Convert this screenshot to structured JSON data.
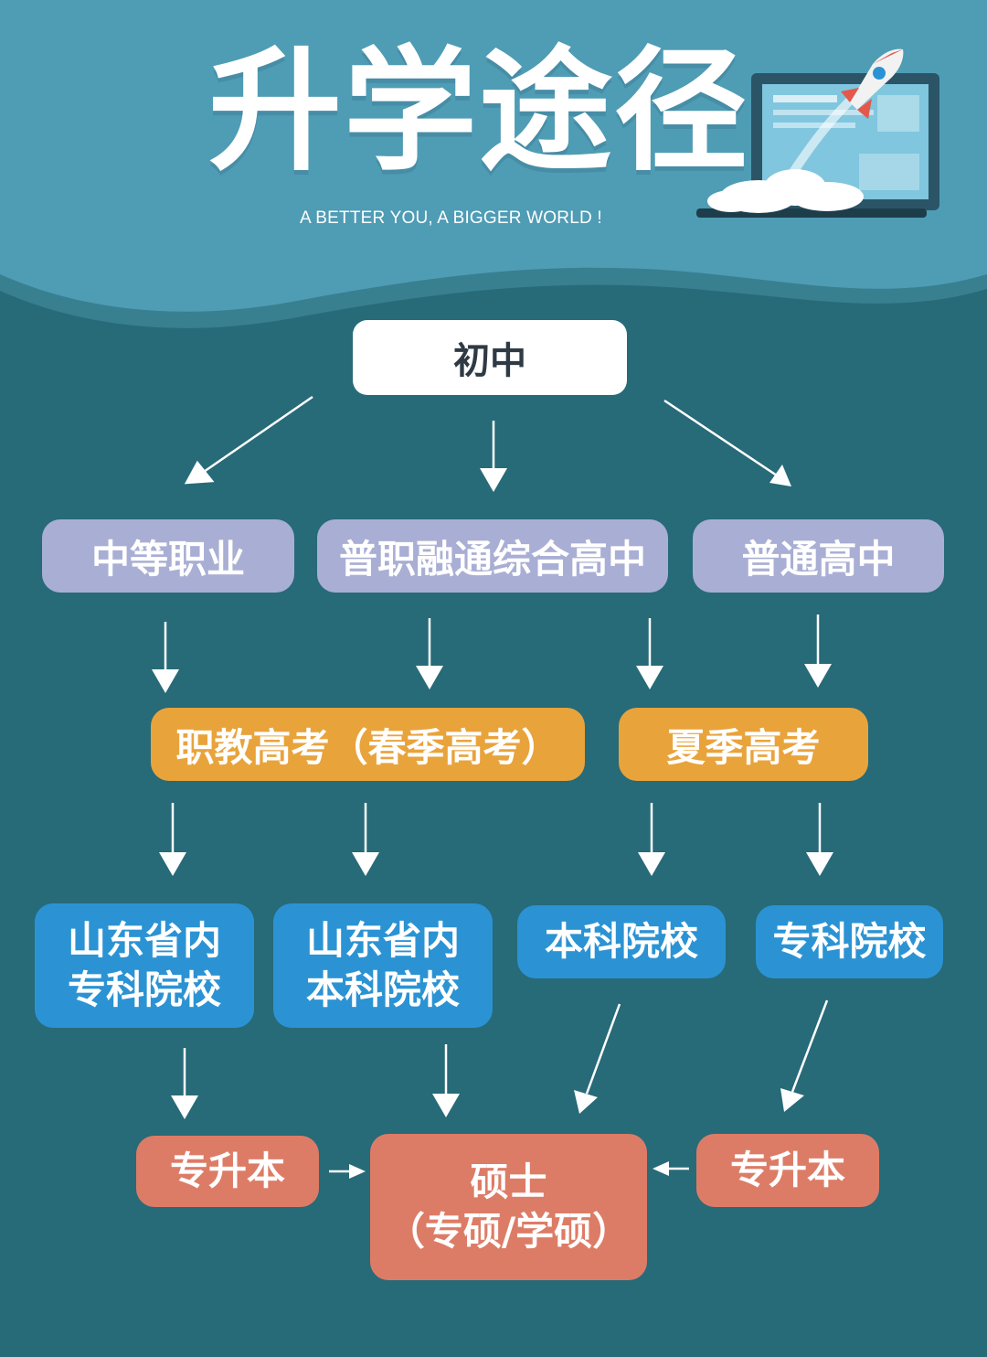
{
  "header": {
    "title": "升学途径",
    "subtitle": "A BETTER YOU, A BIGGER WORLD !"
  },
  "nodes": {
    "junior_high": "初中",
    "secondary_vocational": "中等职业",
    "integrated_high_school": "普职融通综合高中",
    "regular_high_school": "普通高中",
    "vocational_exam": "职教高考（春季高考）",
    "summer_exam": "夏季高考",
    "sd_junior_college": [
      "山东省内",
      "专科院校"
    ],
    "sd_undergrad": [
      "山东省内",
      "本科院校"
    ],
    "undergrad_college": "本科院校",
    "junior_college": "专科院校",
    "upgrade_left": "专升本",
    "upgrade_right": "专升本",
    "master": [
      "硕士",
      "（专硕/学硕）"
    ]
  },
  "colors": {
    "background": "#276a78",
    "header_band": "#4f9cb5",
    "white_box": "#ffffff",
    "purple_box": "#a9aed4",
    "yellow_box": "#e9a33b",
    "blue_box": "#2b93d3",
    "orange_box": "#dd7c66",
    "arrow": "#ffffff"
  },
  "illustration": {
    "icons": [
      "laptop-icon",
      "rocket-icon",
      "cloud-icon"
    ]
  }
}
